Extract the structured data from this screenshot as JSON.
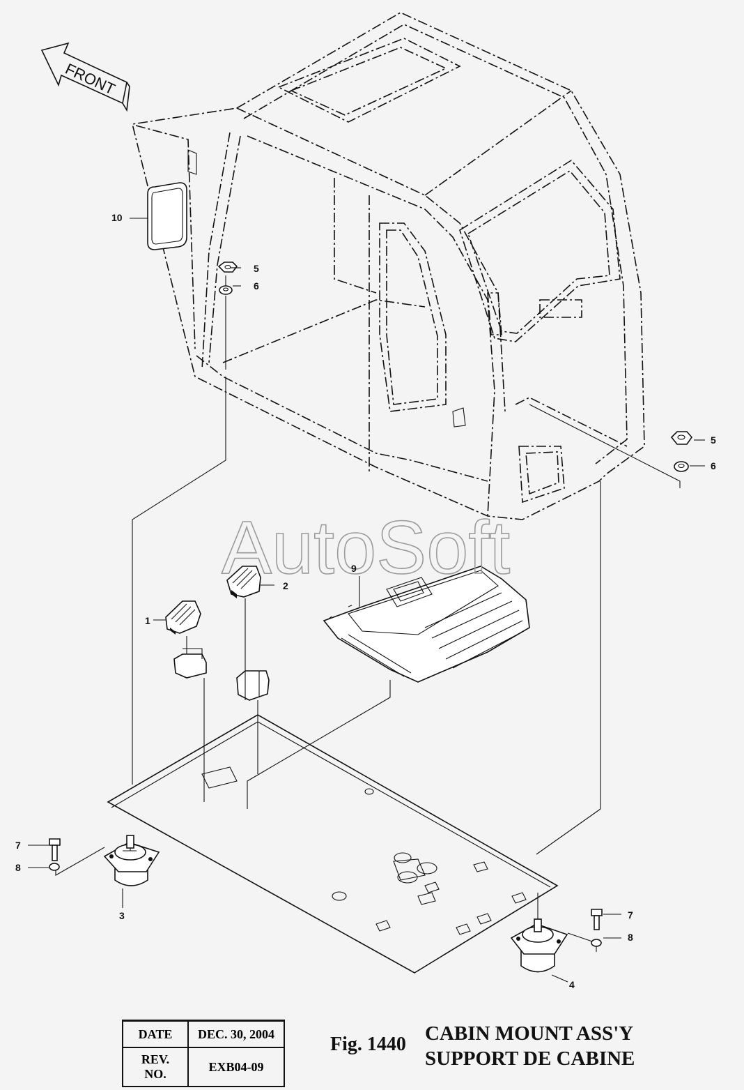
{
  "direction_label": "FRONT",
  "watermark": "AutoSoft",
  "callouts": [
    "10",
    "5",
    "6",
    "5",
    "6",
    "9",
    "2",
    "1",
    "7",
    "8",
    "3",
    "7",
    "8",
    "4"
  ],
  "info": {
    "date_label": "DATE",
    "date_value": "DEC. 30, 2004",
    "rev_label": "REV. NO.",
    "rev_value": "EXB04-09"
  },
  "figure": {
    "number": "Fig. 1440",
    "title_en": "CABIN MOUNT ASS'Y",
    "title_fr": "SUPPORT DE CABINE"
  }
}
